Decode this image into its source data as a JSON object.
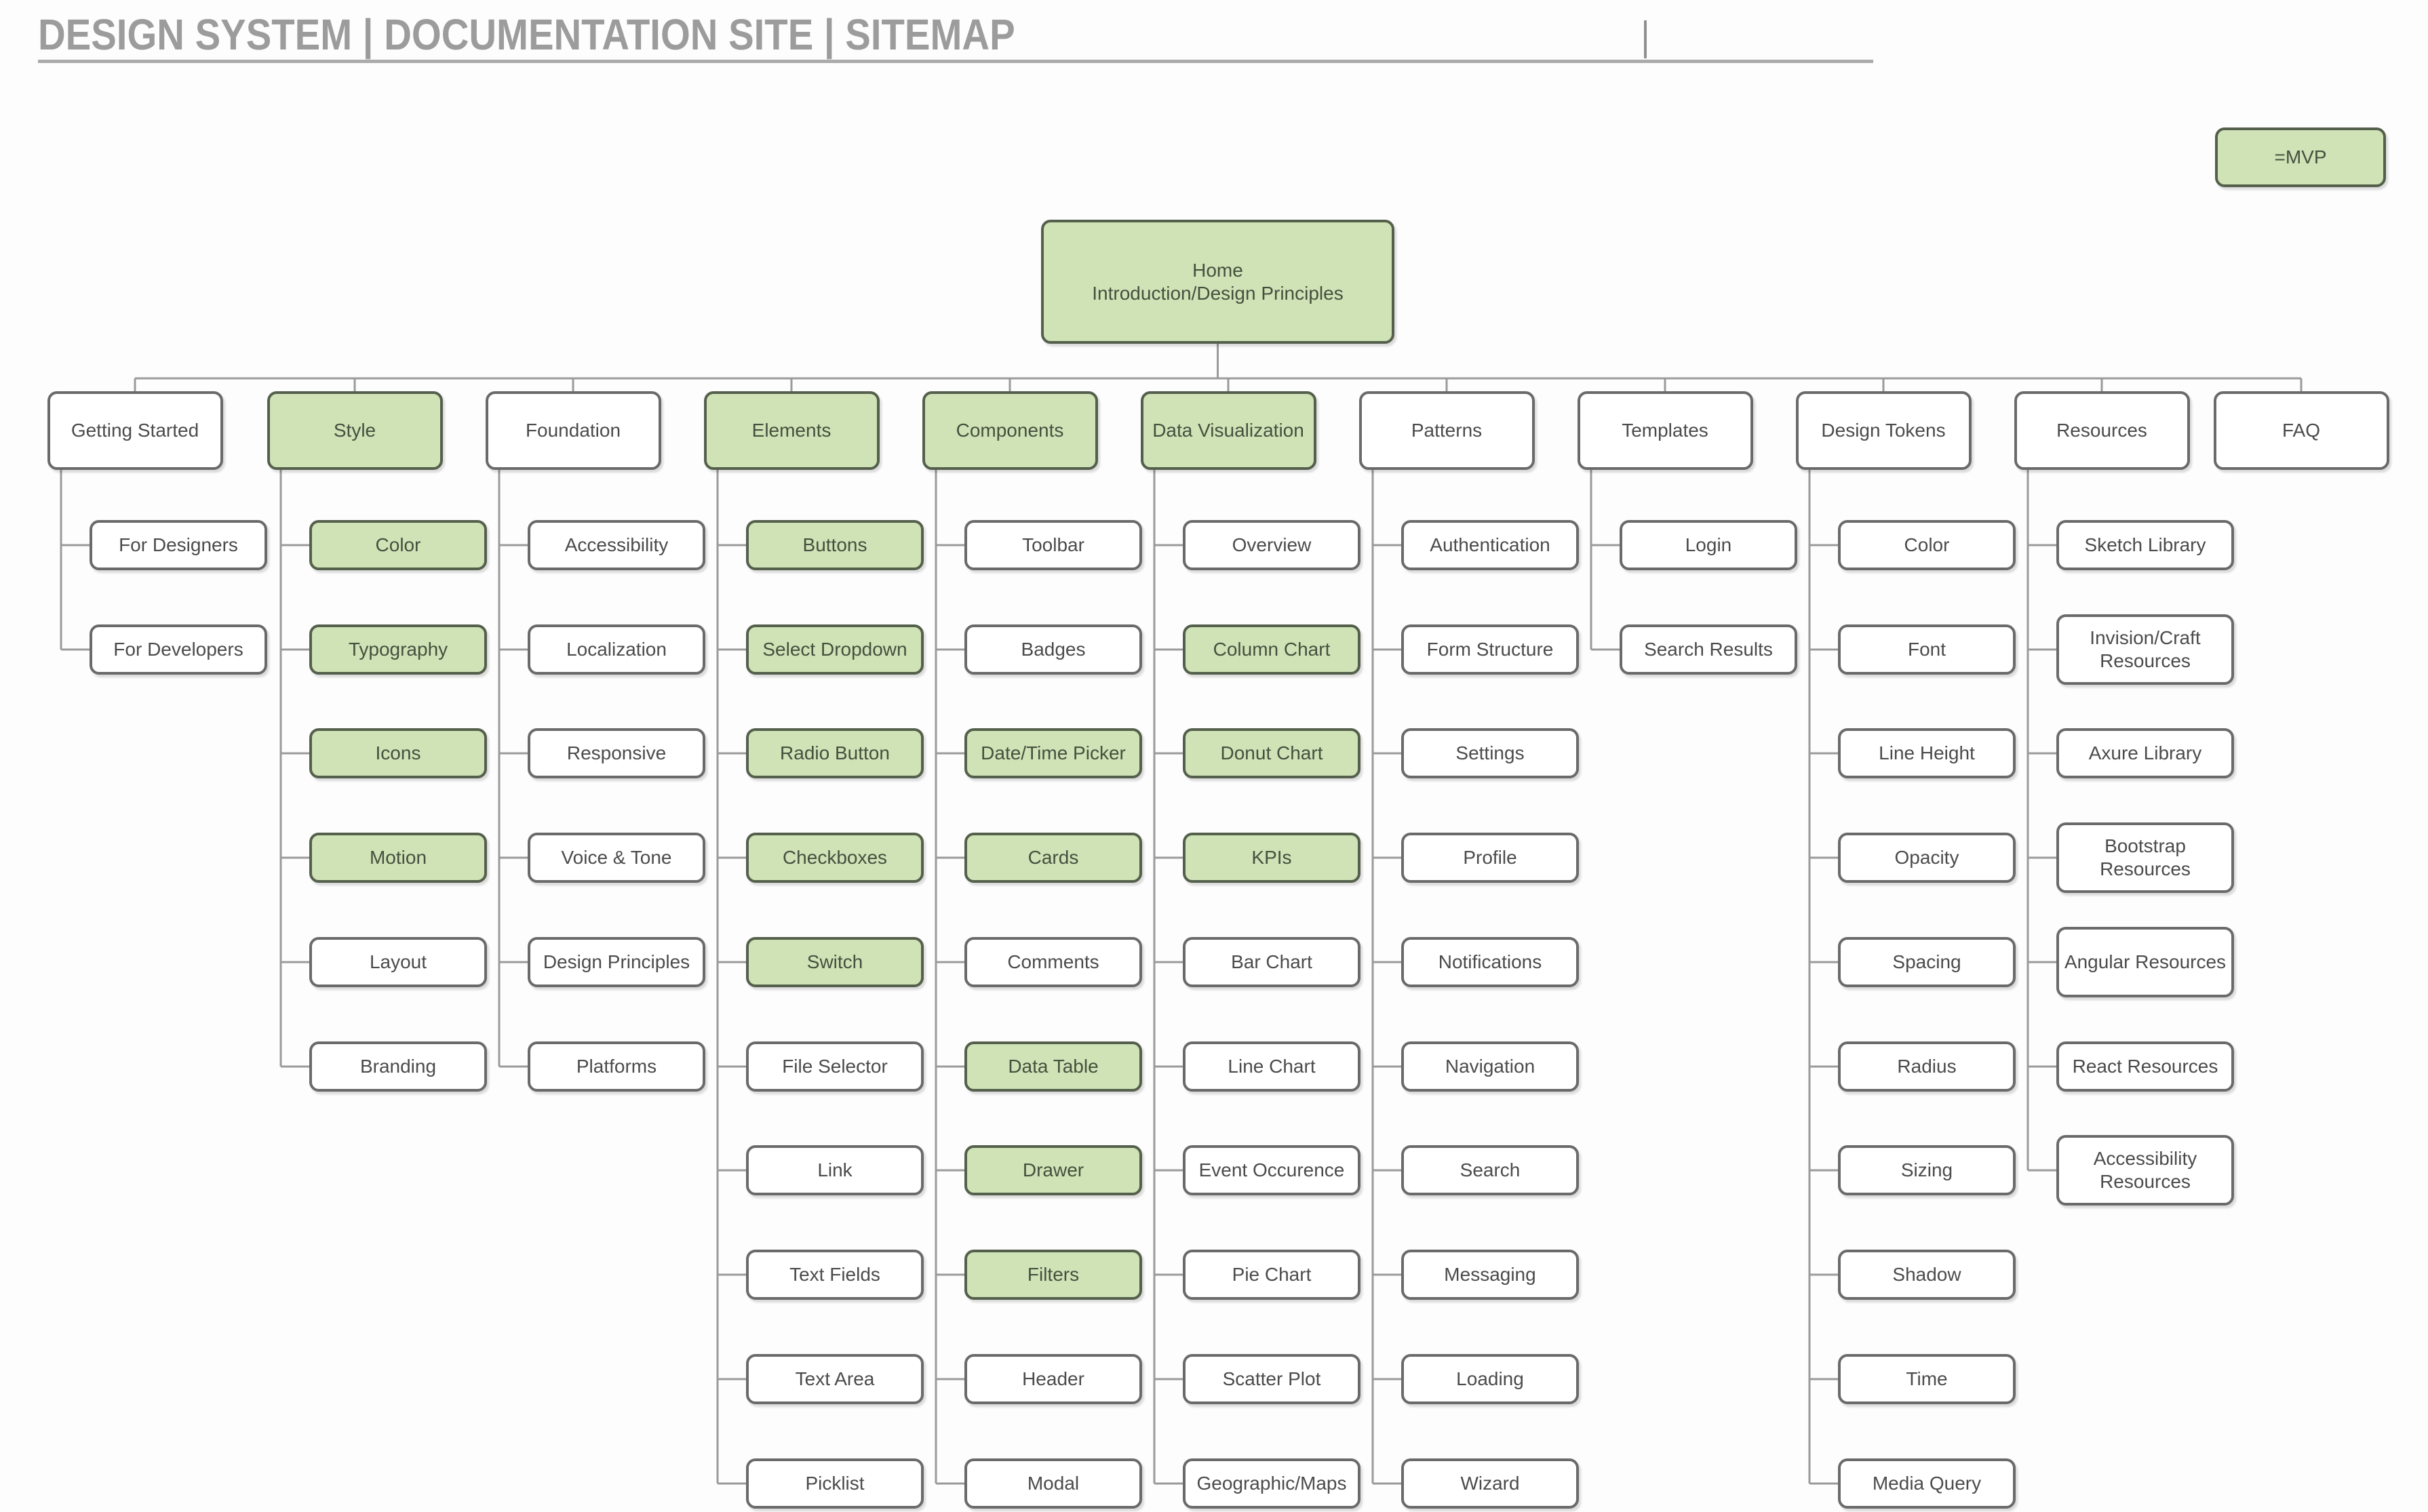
{
  "header": {
    "title": "DESIGN SYSTEM  |  DOCUMENTATION SITE  |  SITEMAP"
  },
  "legend": {
    "label": "=MVP"
  },
  "colors": {
    "mvp_fill": "#cfe3b7",
    "default_fill": "#ffffff",
    "mvp_border": "#55604c",
    "default_border": "#6a6a6a",
    "connector": "#9a9a9a",
    "title_text": "#9c9c9c",
    "node_text": "#4b4b4b"
  },
  "sitemap": {
    "root": {
      "id": "home",
      "label_lines": [
        "Home",
        "Introduction/Design Principles"
      ],
      "mvp": true
    },
    "sections": [
      {
        "id": "getting-started",
        "label": "Getting Started",
        "mvp": false,
        "children": [
          {
            "label": "For Designers",
            "mvp": false
          },
          {
            "label": "For Developers",
            "mvp": false
          }
        ]
      },
      {
        "id": "style",
        "label": "Style",
        "mvp": true,
        "children": [
          {
            "label": "Color",
            "mvp": true
          },
          {
            "label": "Typography",
            "mvp": true
          },
          {
            "label": "Icons",
            "mvp": true
          },
          {
            "label": "Motion",
            "mvp": true
          },
          {
            "label": "Layout",
            "mvp": false
          },
          {
            "label": "Branding",
            "mvp": false
          }
        ]
      },
      {
        "id": "foundation",
        "label": "Foundation",
        "mvp": false,
        "children": [
          {
            "label": "Accessibility",
            "mvp": false
          },
          {
            "label": "Localization",
            "mvp": false
          },
          {
            "label": "Responsive",
            "mvp": false
          },
          {
            "label": "Voice & Tone",
            "mvp": false
          },
          {
            "label": "Design Principles",
            "mvp": false
          },
          {
            "label": "Platforms",
            "mvp": false
          }
        ]
      },
      {
        "id": "elements",
        "label": "Elements",
        "mvp": true,
        "children": [
          {
            "label": "Buttons",
            "mvp": true
          },
          {
            "label": "Select Dropdown",
            "mvp": true
          },
          {
            "label": "Radio Button",
            "mvp": true
          },
          {
            "label": "Checkboxes",
            "mvp": true
          },
          {
            "label": "Switch",
            "mvp": true
          },
          {
            "label": "File Selector",
            "mvp": false
          },
          {
            "label": "Link",
            "mvp": false
          },
          {
            "label": "Text Fields",
            "mvp": false
          },
          {
            "label": "Text Area",
            "mvp": false
          },
          {
            "label": "Picklist",
            "mvp": false
          }
        ]
      },
      {
        "id": "components",
        "label": "Components",
        "mvp": true,
        "children": [
          {
            "label": "Toolbar",
            "mvp": false
          },
          {
            "label": "Badges",
            "mvp": false
          },
          {
            "label": "Date/Time Picker",
            "mvp": true
          },
          {
            "label": "Cards",
            "mvp": true
          },
          {
            "label": "Comments",
            "mvp": false
          },
          {
            "label": "Data Table",
            "mvp": true
          },
          {
            "label": "Drawer",
            "mvp": true
          },
          {
            "label": "Filters",
            "mvp": true
          },
          {
            "label": "Header",
            "mvp": false
          },
          {
            "label": "Modal",
            "mvp": false
          }
        ]
      },
      {
        "id": "data-visualization",
        "label": "Data Visualization",
        "mvp": true,
        "children": [
          {
            "label": "Overview",
            "mvp": false
          },
          {
            "label": "Column Chart",
            "mvp": true
          },
          {
            "label": "Donut Chart",
            "mvp": true
          },
          {
            "label": "KPIs",
            "mvp": true
          },
          {
            "label": "Bar Chart",
            "mvp": false
          },
          {
            "label": "Line Chart",
            "mvp": false
          },
          {
            "label": "Event Occurence",
            "mvp": false
          },
          {
            "label": "Pie Chart",
            "mvp": false
          },
          {
            "label": "Scatter Plot",
            "mvp": false
          },
          {
            "label": "Geographic/Maps",
            "mvp": false
          }
        ]
      },
      {
        "id": "patterns",
        "label": "Patterns",
        "mvp": false,
        "children": [
          {
            "label": "Authentication",
            "mvp": false
          },
          {
            "label": "Form Structure",
            "mvp": false
          },
          {
            "label": "Settings",
            "mvp": false
          },
          {
            "label": "Profile",
            "mvp": false
          },
          {
            "label": "Notifications",
            "mvp": false
          },
          {
            "label": "Navigation",
            "mvp": false
          },
          {
            "label": "Search",
            "mvp": false
          },
          {
            "label": "Messaging",
            "mvp": false
          },
          {
            "label": "Loading",
            "mvp": false
          },
          {
            "label": "Wizard",
            "mvp": false
          }
        ]
      },
      {
        "id": "templates",
        "label": "Templates",
        "mvp": false,
        "children": [
          {
            "label": "Login",
            "mvp": false
          },
          {
            "label": "Search Results",
            "mvp": false
          }
        ]
      },
      {
        "id": "design-tokens",
        "label": "Design Tokens",
        "mvp": false,
        "children": [
          {
            "label": "Color",
            "mvp": false
          },
          {
            "label": "Font",
            "mvp": false
          },
          {
            "label": "Line Height",
            "mvp": false
          },
          {
            "label": "Opacity",
            "mvp": false
          },
          {
            "label": "Spacing",
            "mvp": false
          },
          {
            "label": "Radius",
            "mvp": false
          },
          {
            "label": "Sizing",
            "mvp": false
          },
          {
            "label": "Shadow",
            "mvp": false
          },
          {
            "label": "Time",
            "mvp": false
          },
          {
            "label": "Media Query",
            "mvp": false
          }
        ]
      },
      {
        "id": "resources",
        "label": "Resources",
        "mvp": false,
        "children": [
          {
            "label": "Sketch Library",
            "mvp": false
          },
          {
            "label": "Invision/Craft Resources",
            "mvp": false,
            "tall": true
          },
          {
            "label": "Axure Library",
            "mvp": false
          },
          {
            "label": "Bootstrap Resources",
            "mvp": false,
            "tall": true
          },
          {
            "label": "Angular Resources",
            "mvp": false,
            "tall": true
          },
          {
            "label": "React Resources",
            "mvp": false
          },
          {
            "label": "Accessibility Resources",
            "mvp": false,
            "tall": true
          }
        ]
      },
      {
        "id": "faq",
        "label": "FAQ",
        "mvp": false,
        "children": []
      }
    ]
  }
}
